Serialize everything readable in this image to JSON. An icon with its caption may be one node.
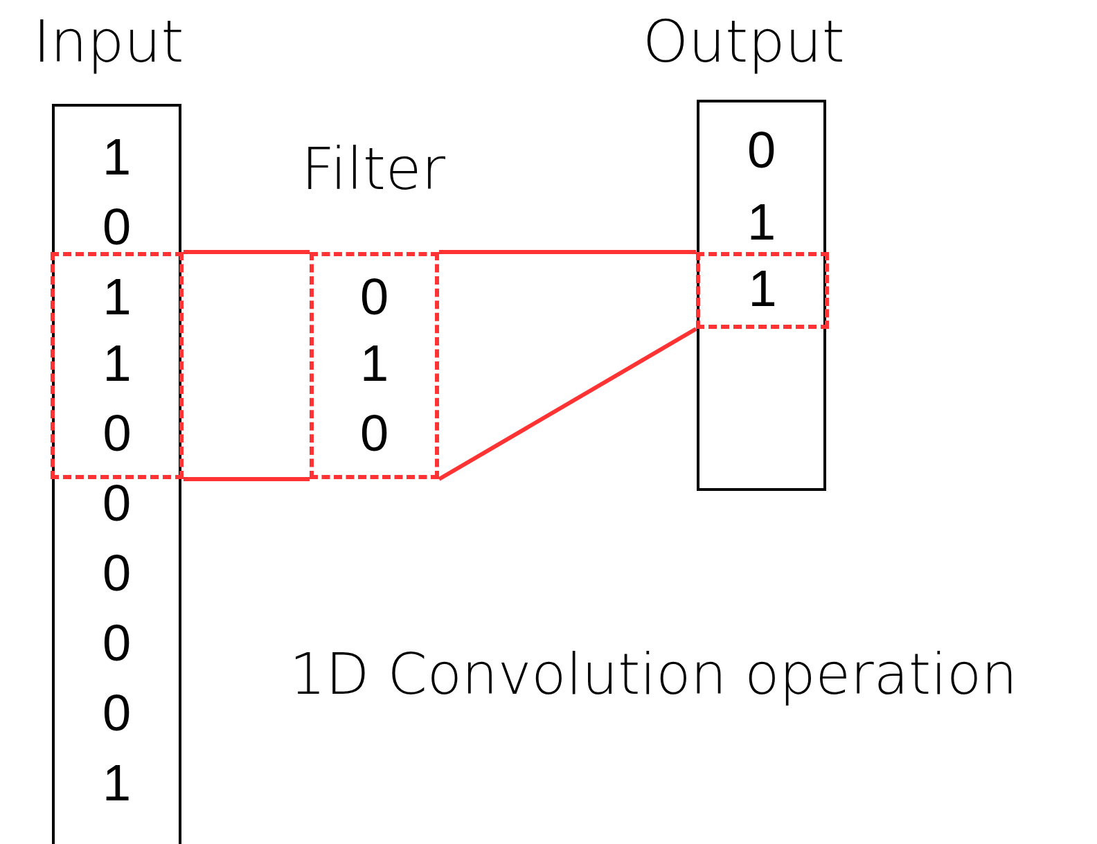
{
  "diagram": {
    "caption": "1D Convolution operation",
    "nodes": [
      {
        "text": [
          "Input",
          "1",
          "0",
          "0",
          "0",
          "0",
          "0",
          "1"
        ]
      },
      {
        "text": [
          "1",
          "1",
          "0"
        ],
        "in": 0
      },
      {
        "text": [
          "Filter",
          "0",
          "1",
          "0"
        ]
      },
      {
        "text": [
          "Output",
          "0",
          "1"
        ]
      },
      {
        "text": [
          "1"
        ],
        "in": 3
      }
    ],
    "edges": [
      {
        "from": 1,
        "to": 2,
        "arrow": "none"
      },
      {
        "from": 1,
        "to": 2,
        "arrow": "none"
      },
      {
        "from": 2,
        "to": 4,
        "arrow": "none"
      },
      {
        "from": 2,
        "to": 4,
        "arrow": "none"
      }
    ]
  }
}
